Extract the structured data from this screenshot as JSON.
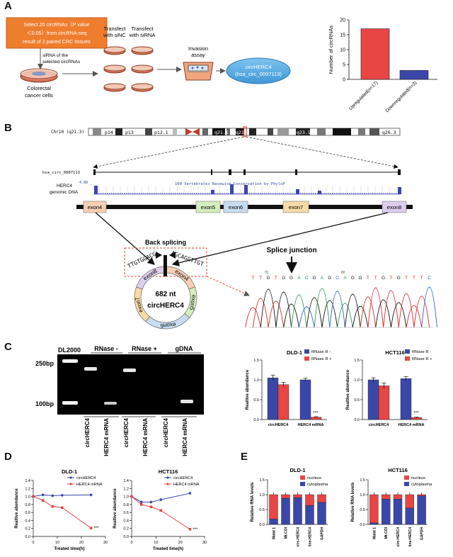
{
  "panels": {
    "a": "A",
    "b": "B",
    "c": "C",
    "d": "D",
    "e": "E"
  },
  "panel_a": {
    "orange_box": [
      "Select 20 circRNAs（P value",
      "＜0.05）from circRNA-seq",
      "result of 2 paired CRC tissues"
    ],
    "sirna_label": [
      "siRNA of the",
      "selected circRNAs"
    ],
    "dish_label": [
      "Colorectal",
      "cancer cells"
    ],
    "sinc_label": [
      "Transfect",
      "with siNC"
    ],
    "sirna_transfect_label": [
      "Transfect",
      "with siRNA"
    ],
    "invasion_label": [
      "Invasion",
      "assay"
    ],
    "ellipse_label": [
      "circHERC4",
      "(hsa_circ_0007113)"
    ]
  },
  "panel_b": {
    "chr_label": "Chr10 (q21.3)",
    "bands": [
      "p14",
      "p13",
      "p12.1",
      "q21.1",
      "q21.3",
      "q23.1",
      "q26.3"
    ],
    "track_label": "hsa_circ_0007113",
    "genomic_label": [
      "HERC4",
      "genomic DNA"
    ],
    "axis_value": "4.88 _",
    "conservation_label": "100 Vertebrates Basewise Conservation by PhyloP",
    "exons_bar": [
      "exon4",
      "exon5",
      "exon6",
      "exon7",
      "exon8"
    ],
    "back_splicing": "Back splicing",
    "seq_left": "TTGTGGACG",
    "seq_right": "AGCAGGTTGT",
    "ring_exons": [
      "exon8",
      "exon4",
      "exon5",
      "exon6",
      "exon7"
    ],
    "circ_length": "682 nt",
    "circ_name": "circHERC4",
    "splice_junction": "Splice junction",
    "chromatogram_bases": "TTGTGGACGAGCAGGTTGTGTTTC",
    "chromatogram_numbers": [
      "70",
      "80"
    ]
  },
  "panel_c": {
    "gel": {
      "ladder": "DL2000",
      "groups": [
        "RNase -",
        "RNase +",
        "gDNA"
      ],
      "bp_high": "250bp",
      "bp_low": "100bp",
      "lane_labels": [
        "circHERC4",
        "HERC4 mRNA",
        "circHERC4",
        "HERC4 mRNA",
        "circHERC4",
        "HERC4 mRNA"
      ]
    },
    "significance": "***"
  },
  "panel_d": {
    "significance": "***"
  },
  "panel_e": {},
  "chart_data": [
    {
      "id": "A-bar",
      "type": "bar",
      "categories": [
        "Upregulated(n=17)",
        "Downregulated(n=3)"
      ],
      "values": [
        17,
        3
      ],
      "colors": [
        "#e84545",
        "#3b47a8"
      ],
      "ylabel": "Number of circRNAs",
      "ylim": [
        0,
        20
      ],
      "yticks": [
        0,
        5,
        10,
        15,
        20
      ]
    },
    {
      "id": "C-DLD1",
      "type": "bar",
      "title": "DLD-1",
      "categories": [
        "circHERC4",
        "HERC4 mRNA"
      ],
      "series": [
        {
          "name": "RNase R -",
          "values": [
            1.05,
            1.0
          ],
          "errors": [
            0.07,
            0.04
          ],
          "color": "#3b47a8"
        },
        {
          "name": "RNase R +",
          "values": [
            0.88,
            0.06
          ],
          "errors": [
            0.06,
            0.01
          ],
          "color": "#e84545"
        }
      ],
      "ylabel": "Realtive abundance",
      "ylim": [
        0,
        1.5
      ],
      "yticks": [
        "0.0",
        "0.5",
        "1.0",
        "1.5"
      ]
    },
    {
      "id": "C-HCT116",
      "type": "bar",
      "title": "HCT116",
      "categories": [
        "circHERC4",
        "HERC4 mRNA"
      ],
      "series": [
        {
          "name": "RNase R -",
          "values": [
            1.0,
            1.03
          ],
          "errors": [
            0.05,
            0.05
          ],
          "color": "#3b47a8"
        },
        {
          "name": "RNase R +",
          "values": [
            0.85,
            0.05
          ],
          "errors": [
            0.07,
            0.01
          ],
          "color": "#e84545"
        }
      ],
      "ylabel": "Realtive abundance",
      "ylim": [
        0,
        1.5
      ],
      "yticks": [
        "0.0",
        "0.5",
        "1.0",
        "1.5"
      ]
    },
    {
      "id": "D-DLD1",
      "type": "line",
      "title": "DLD-1",
      "x": [
        0,
        4,
        8,
        12,
        24
      ],
      "series": [
        {
          "name": "circHERC4",
          "values": [
            1.0,
            1.04,
            1.02,
            1.03,
            1.04
          ],
          "errors": [
            0.02,
            0.03,
            0.02,
            0.02,
            0.03
          ],
          "color": "#3b47a8"
        },
        {
          "name": "HERC4 mRNA",
          "values": [
            1.0,
            0.9,
            0.75,
            0.72,
            0.21
          ],
          "errors": [
            0.02,
            0.03,
            0.03,
            0.02,
            0.01
          ],
          "color": "#e84545"
        }
      ],
      "xlabel": "Treated time(h)",
      "ylabel": "Realtive abundance",
      "xlim": [
        0,
        30
      ],
      "ylim": [
        0,
        1.4
      ],
      "xticks": [
        "0",
        "10",
        "20",
        "30"
      ],
      "yticks": [
        "0.0",
        "0.2",
        "0.4",
        "0.6",
        "0.8",
        "1.0",
        "1.2",
        "1.4"
      ]
    },
    {
      "id": "D-HCT116",
      "type": "line",
      "title": "HCT116",
      "x": [
        0,
        4,
        8,
        12,
        24
      ],
      "series": [
        {
          "name": "circHERC4",
          "values": [
            1.0,
            0.86,
            0.86,
            0.92,
            1.08
          ],
          "errors": [
            0.02,
            0.04,
            0.03,
            0.03,
            0.04
          ],
          "color": "#3b47a8"
        },
        {
          "name": "HERC4 mRNA",
          "values": [
            1.0,
            0.8,
            0.74,
            0.65,
            0.18
          ],
          "errors": [
            0.02,
            0.02,
            0.02,
            0.02,
            0.01
          ],
          "color": "#e84545"
        }
      ],
      "xlabel": "Treated time(h)",
      "ylabel": "Realtive abundance",
      "xlim": [
        0,
        30
      ],
      "ylim": [
        0,
        1.4
      ],
      "xticks": [
        "0",
        "10",
        "20",
        "30"
      ],
      "yticks": [
        "0.0",
        "0.2",
        "0.4",
        "0.6",
        "0.8",
        "1.0",
        "1.2",
        "1.4"
      ]
    },
    {
      "id": "E-DLD1",
      "type": "bar",
      "stacked": true,
      "title": "DLD-1",
      "categories": [
        "Malat 1",
        "Mt-COI",
        "circ-HERC4",
        "line-HERC4",
        "GAPDH"
      ],
      "series": [
        {
          "name": "nucleus",
          "values": [
            0.82,
            0.12,
            0.1,
            0.36,
            0.26
          ],
          "color": "#e84545"
        },
        {
          "name": "cytoplasma",
          "values": [
            0.18,
            0.88,
            0.9,
            0.64,
            0.74
          ],
          "color": "#3b47a8"
        }
      ],
      "ylabel": "Relative RNA levels",
      "ylim": [
        0,
        1.5
      ],
      "yticks": [
        "0.0",
        "0.5",
        "1.0",
        "1.5"
      ]
    },
    {
      "id": "E-HCT116",
      "type": "bar",
      "stacked": true,
      "title": "HCT116",
      "categories": [
        "Malat 1",
        "Mt-COI",
        "circ-HERC4",
        "line-HERC4",
        "GAPDH"
      ],
      "series": [
        {
          "name": "nucleus",
          "values": [
            0.95,
            0.15,
            0.15,
            0.45,
            0.04
          ],
          "color": "#e84545"
        },
        {
          "name": "cytoplasma",
          "values": [
            0.05,
            0.85,
            0.85,
            0.55,
            0.96
          ],
          "color": "#3b47a8"
        }
      ],
      "ylabel": "Relative RNA levels",
      "ylim": [
        0,
        1.5
      ],
      "yticks": [
        "0.0",
        "0.5",
        "1.0",
        "1.5"
      ]
    }
  ]
}
